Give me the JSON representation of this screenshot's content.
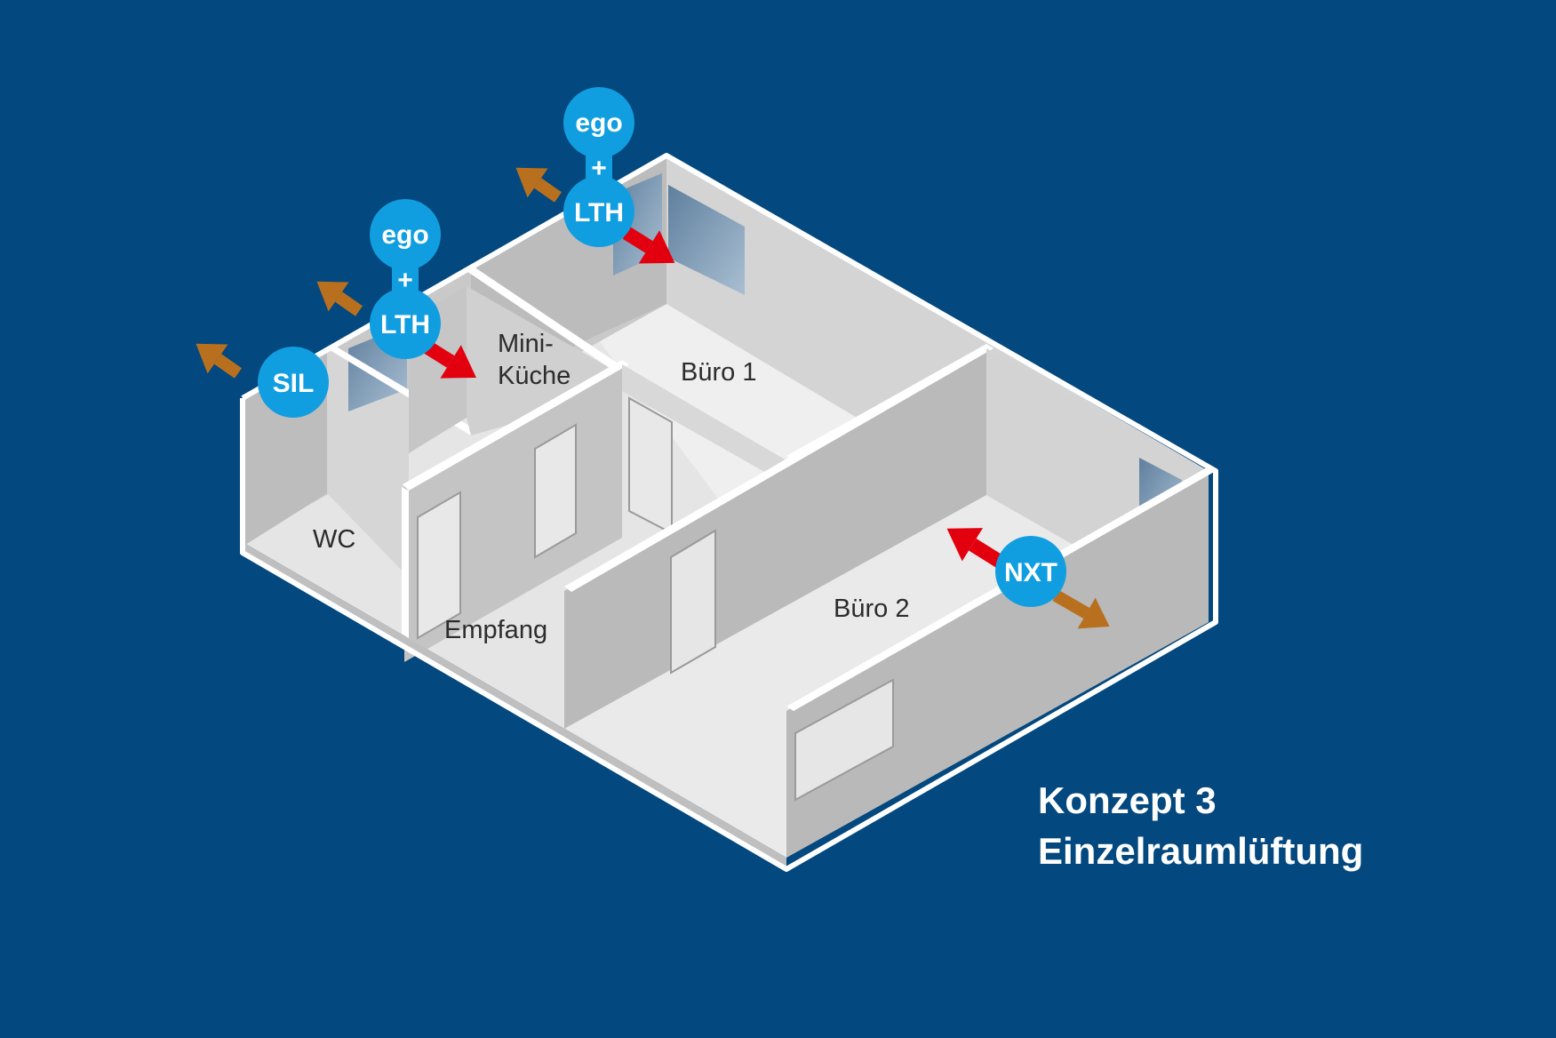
{
  "colors": {
    "background": "#03487e",
    "badge": "#119ee0",
    "badge_text": "#ffffff",
    "exhaust_arrow": "#b8701e",
    "supply_arrow": "#e2000f",
    "title_text": "#ffffff"
  },
  "rooms": {
    "wc": "WC",
    "kitchen_line1": "Mini-",
    "kitchen_line2": "Küche",
    "office1": "Büro 1",
    "office2": "Büro 2",
    "reception": "Empfang"
  },
  "units": {
    "sil": "SIL",
    "lth_kitchen": "LTH",
    "ego_kitchen": "ego",
    "lth_office": "LTH",
    "ego_office": "ego",
    "nxt": "NXT",
    "plus": "+"
  },
  "title": {
    "line1": "Konzept 3",
    "line2": "Einzelraumlüftung"
  }
}
